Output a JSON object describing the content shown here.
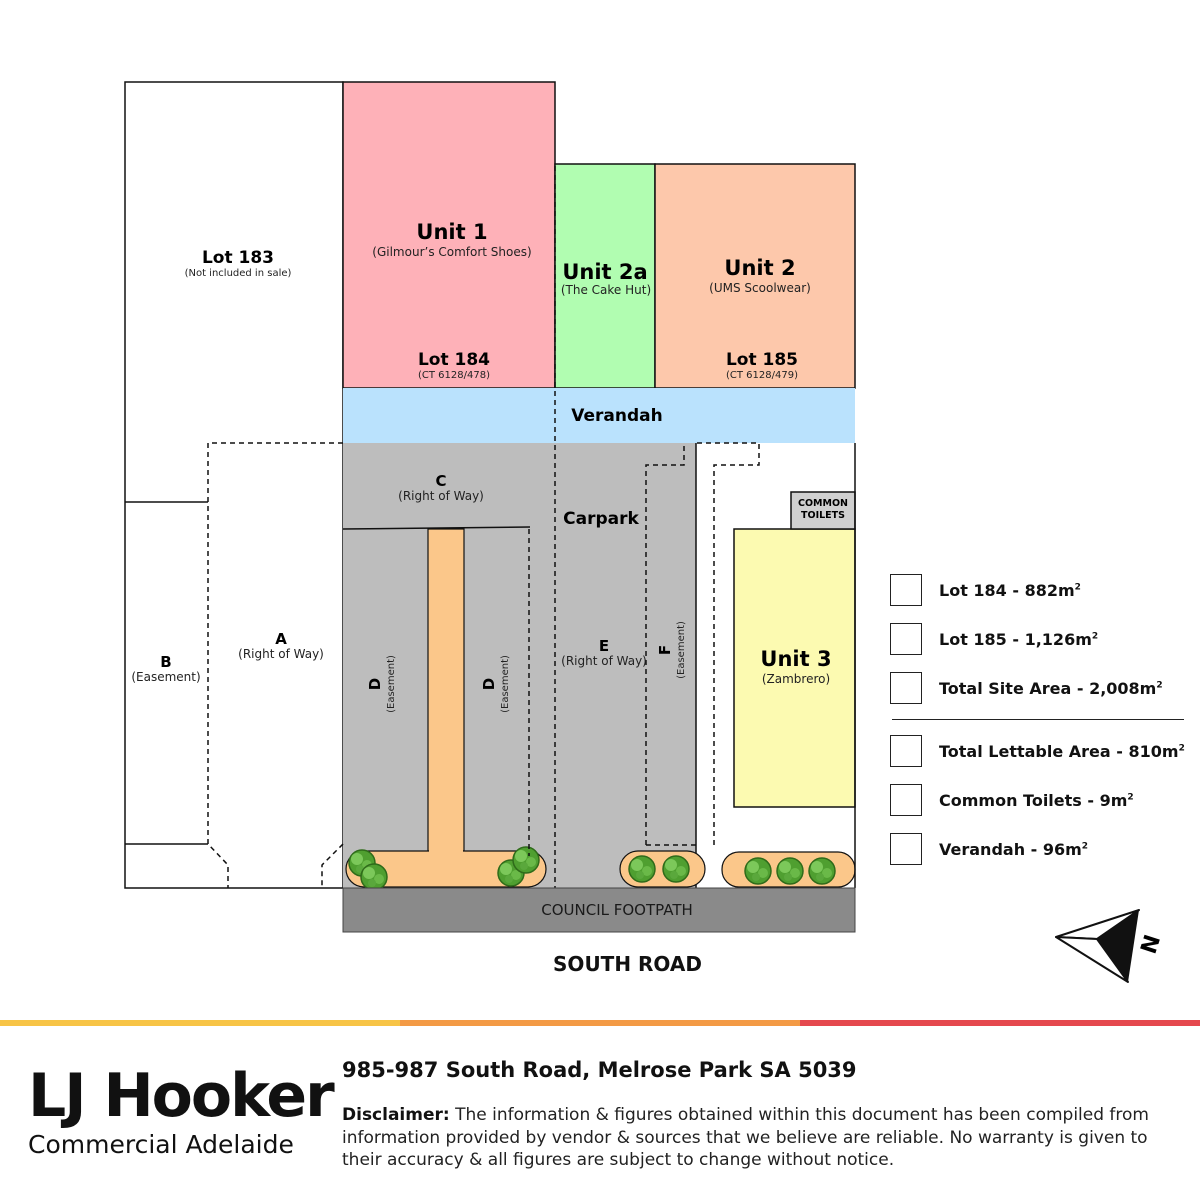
{
  "map": {
    "lot183": {
      "title": "Lot 183",
      "note": "(Not included in sale)"
    },
    "unit1": {
      "title": "Unit 1",
      "tenant": "(Gilmour’s Comfort Shoes)",
      "lot": "Lot 184",
      "ct": "(CT 6128/478)"
    },
    "unit2a": {
      "title": "Unit 2a",
      "tenant": "(The Cake Hut)"
    },
    "unit2": {
      "title": "Unit 2",
      "tenant": "(UMS Scoolwear)",
      "lot": "Lot 185",
      "ct": "(CT 6128/479)"
    },
    "verandah": "Verandah",
    "carpark": "Carpark",
    "common_toilets": [
      "COMMON",
      "TOILETS"
    ],
    "unit3": {
      "title": "Unit 3",
      "tenant": "(Zambrero)"
    },
    "area_a": {
      "letter": "A",
      "note": "(Right of Way)"
    },
    "area_b": {
      "letter": "B",
      "note": "(Easement)"
    },
    "area_c": {
      "letter": "C",
      "note": "(Right of Way)"
    },
    "area_d": {
      "letter": "D",
      "note": "(Easement)"
    },
    "area_e": {
      "letter": "E",
      "note": "(Right of Way)"
    },
    "area_f": {
      "letter": "F",
      "note": "(Easement)"
    },
    "footpath": "COUNCIL FOOTPATH",
    "road": "SOUTH ROAD",
    "north": "N",
    "colors": {
      "unit1": "#feb1b8",
      "unit2a": "#b1fdb1",
      "unit2": "#fdc8ab",
      "verandah": "#bae2fd",
      "carpark": "#bdbdbd",
      "unit3": "#fcfab1",
      "garden": "#fbc78a",
      "footpath": "#8a8a8a",
      "shrub": "#5ab03a"
    }
  },
  "legend": {
    "site": [
      {
        "label": "Lot 184 - 882m",
        "unit": "2"
      },
      {
        "label": "Lot 185 - 1,126m",
        "unit": "2"
      },
      {
        "label": "Total Site Area - 2,008m",
        "unit": "2"
      }
    ],
    "lettable": [
      {
        "label": "Total Lettable Area - 810m",
        "unit": "2"
      },
      {
        "label": "Common Toilets - 9m",
        "unit": "2"
      },
      {
        "label": "Verandah - 96m",
        "unit": "2"
      }
    ]
  },
  "footer": {
    "brand": "LJ Hooker",
    "brand_sub": "Commercial Adelaide",
    "address": "985-987 South Road, Melrose Park SA 5039",
    "disclaimer_label": "Disclaimer:",
    "disclaimer_text": " The information & figures obtained within this document has been compiled from information provided by vendor & sources that we believe are reliable. No warranty is given to their accuracy & all figures are subject to change without notice.",
    "stripe_colors": [
      "#f7c446",
      "#f39a45",
      "#e5484e"
    ]
  }
}
